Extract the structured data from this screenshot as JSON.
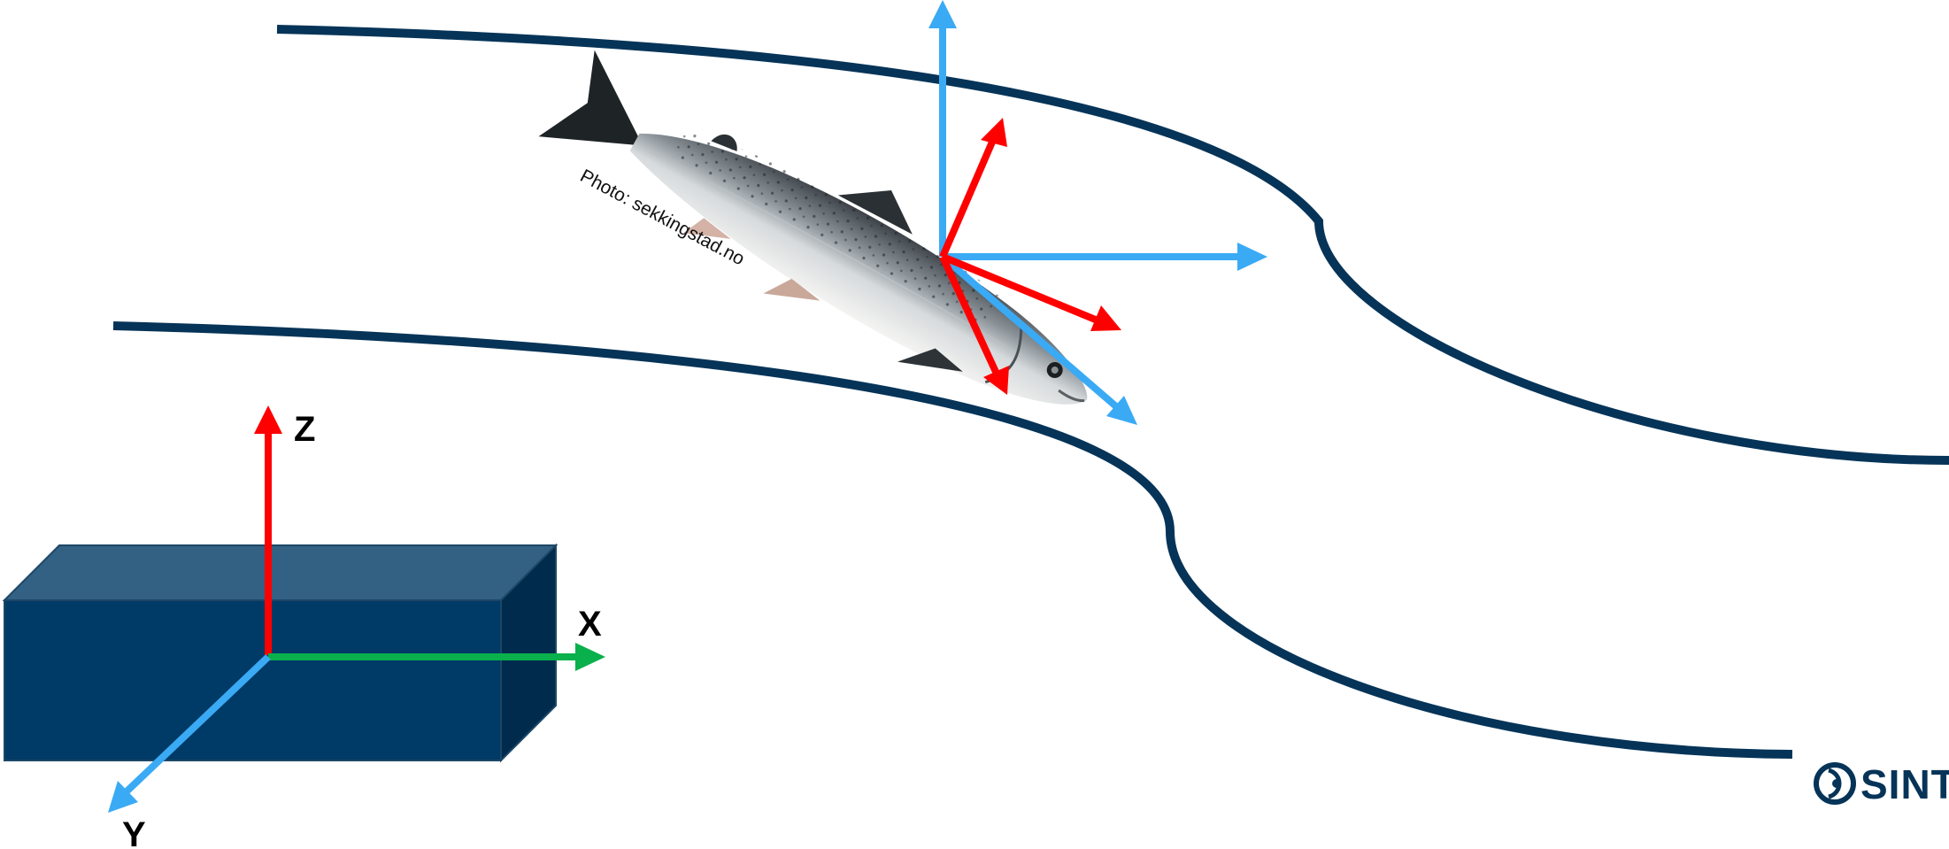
{
  "diagram": {
    "axes": {
      "x_label": "X",
      "y_label": "Y",
      "z_label": "Z"
    },
    "photo_credit": "Photo: sekkingstad.no",
    "logo_text": "SINT",
    "colors": {
      "channel_wall": "#063458",
      "box_front": "#003a66",
      "box_top": "#336183",
      "box_side": "#002b4d",
      "x_axis": "#0ab04b",
      "z_axis": "#ff0000",
      "y_axis": "#3aaaf5",
      "fish_frame_red": "#ff0000",
      "fish_frame_blue": "#3aaaf5"
    },
    "icons": [
      "fish-image",
      "sintef-logo-icon"
    ]
  }
}
